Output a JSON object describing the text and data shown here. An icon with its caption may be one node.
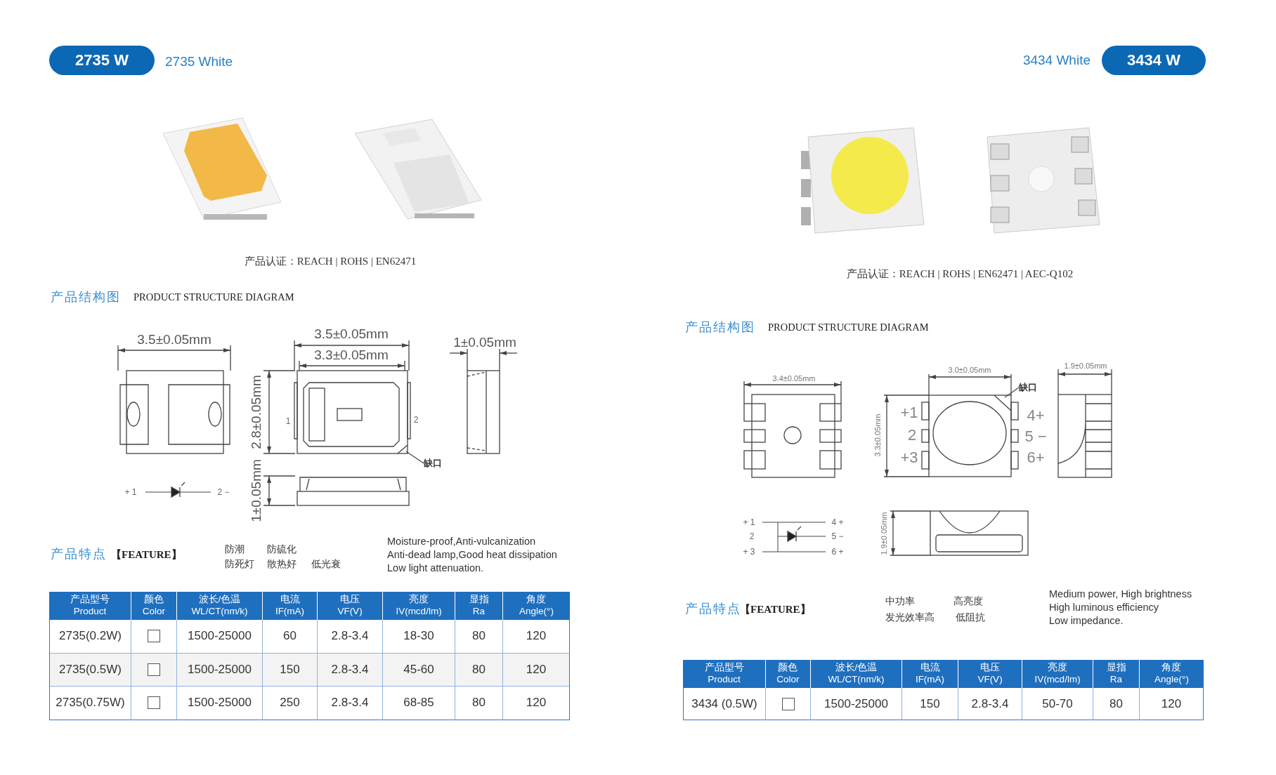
{
  "diagram": {
    "nodes": [
      {
        "text": [
          "2735 W"
        ],
        "beside": [
          "2735 White"
        ]
      },
      {
        "text": [
          "3434 W"
        ],
        "beside": [
          "3434 White"
        ]
      },
      {
        "text": [
          "缺口"
        ]
      },
      {
        "text": [
          "缺口"
        ]
      }
    ],
    "edges": [
      {
        "from": 2,
        "to": null,
        "arrow": "none"
      },
      {
        "from": 3,
        "to": null,
        "arrow": "none"
      }
    ],
    "labels": [
      "产品认证：REACH | ROHS | EN62471",
      "产品认证：REACH | ROHS | EN62471 | AEC-Q102",
      "产品结构图",
      "PRODUCT STRUCTURE DIAGRAM",
      "产品结构图",
      "PRODUCT STRUCTURE DIAGRAM",
      "3.5±0.05mm",
      "3.5±0.05mm",
      "3.3±0.05mm",
      "1±0.05mm",
      "2.8±0.05mm",
      "1",
      "2",
      "1±0.05mm",
      "+ 1",
      "2 −",
      "3.4±0.05mm",
      "3.0±0.05mm",
      "1.9±0.05mm",
      "3.3±0.05mm",
      "+1",
      "2",
      "+3",
      "4+",
      "5 −",
      "6+",
      "+ 1",
      "2",
      "+ 3",
      "4 +",
      "5 −",
      "6 +",
      "1.9±0.05mm",
      "产品特点",
      "【FEATURE】",
      "防潮",
      "防硫化",
      "防死灯",
      "散热好",
      "低光衰",
      "Moisture-proof,Anti-vulcanization Anti-dead lamp,Good heat dissipation Low light attenuation.",
      "产品型号 Product",
      "颜色 Color",
      "波长/色温 WL/CT(nm/k)",
      "电流 IF(mA)",
      "电压 VF(V)",
      "亮度 IV(mcd/lm)",
      "显指 Ra",
      "角度 Angle(°)",
      "2735(0.2W)",
      "1500-25000",
      "60",
      "2.8-3.4",
      "18-30",
      "80",
      "120",
      "2735(0.5W)",
      "1500-25000",
      "150",
      "2.8-3.4",
      "45-60",
      "80",
      "120",
      "2735(0.75W)",
      "1500-25000",
      "250",
      "2.8-3.4",
      "68-85",
      "80",
      "120",
      "产品特点",
      "【FEATURE】",
      "中功率",
      "高亮度",
      "发光效率高",
      "低阻抗",
      "Medium power, High brightness High luminous efficiency Low impedance.",
      "产品型号 Product",
      "颜色 Color",
      "波长/色温 WL/CT(nm/k)",
      "电流 IF(mA)",
      "电压 VF(V)",
      "亮度 IV(mcd/lm)",
      "显指 Ra",
      "角度 Angle(°)",
      "3434 (0.5W)",
      "1500-25000",
      "150",
      "2.8-3.4",
      "50-70",
      "80",
      "120"
    ]
  }
}
